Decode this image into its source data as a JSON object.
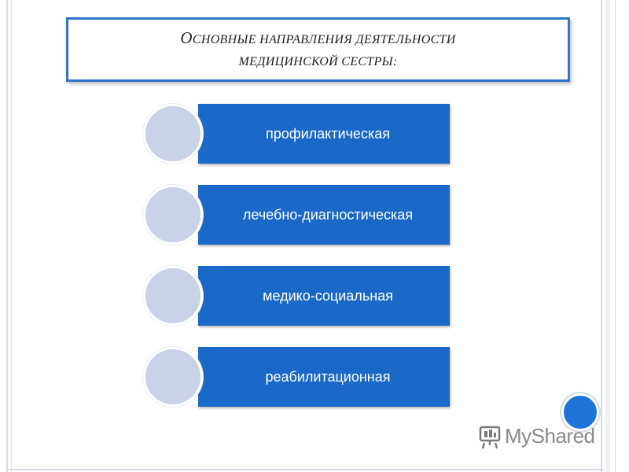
{
  "title": {
    "line1_cap": "О",
    "line1_rest": "СНОВНЫЕ НАПРАВЛЕНИЯ ДЕЯТЕЛЬНОСТИ",
    "line2": "МЕДИЦИНСКОЙ СЕСТРЫ:"
  },
  "items": [
    {
      "label": "профилактическая"
    },
    {
      "label": "лечебно-диагностическая"
    },
    {
      "label": "медико-социальная"
    },
    {
      "label": "реабилитационная"
    }
  ],
  "watermark": {
    "text": "MyShared",
    "icon": "myshared-logo-icon"
  },
  "colors": {
    "accent": "#1a68c7",
    "title_border": "#2e74c8",
    "circle": "#c9d2e6",
    "corner_dot": "#1f73d8"
  }
}
